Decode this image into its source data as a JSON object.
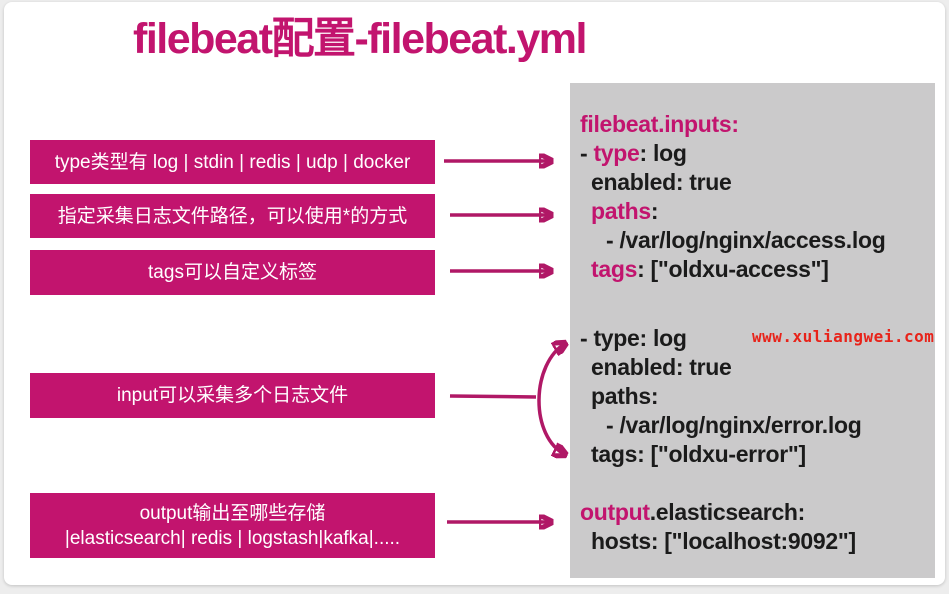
{
  "page": {
    "title": "filebeat配置-filebeat.yml"
  },
  "colors": {
    "magenta": "#c2146e",
    "arrow": "#b01866",
    "panel_gray": "#cbcacb",
    "code_text": "#1b1b1b",
    "watermark_red": "#e8231a"
  },
  "boxes": [
    {
      "id": "type",
      "lines": [
        "type类型有 log | stdin | redis | udp | docker"
      ]
    },
    {
      "id": "paths",
      "lines": [
        "指定采集日志文件路径，可以使用*的方式"
      ]
    },
    {
      "id": "tags",
      "lines": [
        "tags可以自定义标签"
      ]
    },
    {
      "id": "input",
      "lines": [
        "input可以采集多个日志文件"
      ]
    },
    {
      "id": "output",
      "lines": [
        "output输出至哪些存储",
        "|elasticsearch| redis | logstash|kafka|....."
      ]
    }
  ],
  "watermark": "www.xuliangwei.com",
  "code": {
    "blocks": [
      {
        "lines": [
          {
            "indent": 0,
            "segments": [
              {
                "text": "filebeat.inputs:",
                "kw": true
              }
            ]
          },
          {
            "indent": 0,
            "segments": [
              {
                "text": "- ",
                "kw": false
              },
              {
                "text": "type",
                "kw": true
              },
              {
                "text": ": log",
                "kw": false
              }
            ]
          },
          {
            "indent": 1,
            "segments": [
              {
                "text": "enabled: true",
                "kw": false
              }
            ]
          },
          {
            "indent": 1,
            "segments": [
              {
                "text": "paths",
                "kw": true
              },
              {
                "text": ":",
                "kw": false
              }
            ]
          },
          {
            "indent": 2,
            "segments": [
              {
                "text": "- /var/log/nginx/access.log",
                "kw": false
              }
            ]
          },
          {
            "indent": 1,
            "segments": [
              {
                "text": "tags",
                "kw": true
              },
              {
                "text": ": [\"oldxu-access\"]",
                "kw": false
              }
            ]
          }
        ]
      },
      {
        "lines": [
          {
            "indent": 0,
            "segments": [
              {
                "text": "- type: log",
                "kw": false
              }
            ]
          },
          {
            "indent": 1,
            "segments": [
              {
                "text": "enabled: true",
                "kw": false
              }
            ]
          },
          {
            "indent": 1,
            "segments": [
              {
                "text": "paths:",
                "kw": false
              }
            ]
          },
          {
            "indent": 2,
            "segments": [
              {
                "text": "- /var/log/nginx/error.log",
                "kw": false
              }
            ]
          },
          {
            "indent": 1,
            "segments": [
              {
                "text": "tags: [\"oldxu-error\"]",
                "kw": false
              }
            ]
          }
        ]
      },
      {
        "lines": [
          {
            "indent": 0,
            "segments": [
              {
                "text": "output",
                "kw": true
              },
              {
                "text": ".elasticsearch:",
                "kw": false
              }
            ]
          },
          {
            "indent": 1,
            "segments": [
              {
                "text": "hosts: [\"localhost:9092\"]",
                "kw": false
              }
            ]
          }
        ]
      }
    ]
  }
}
